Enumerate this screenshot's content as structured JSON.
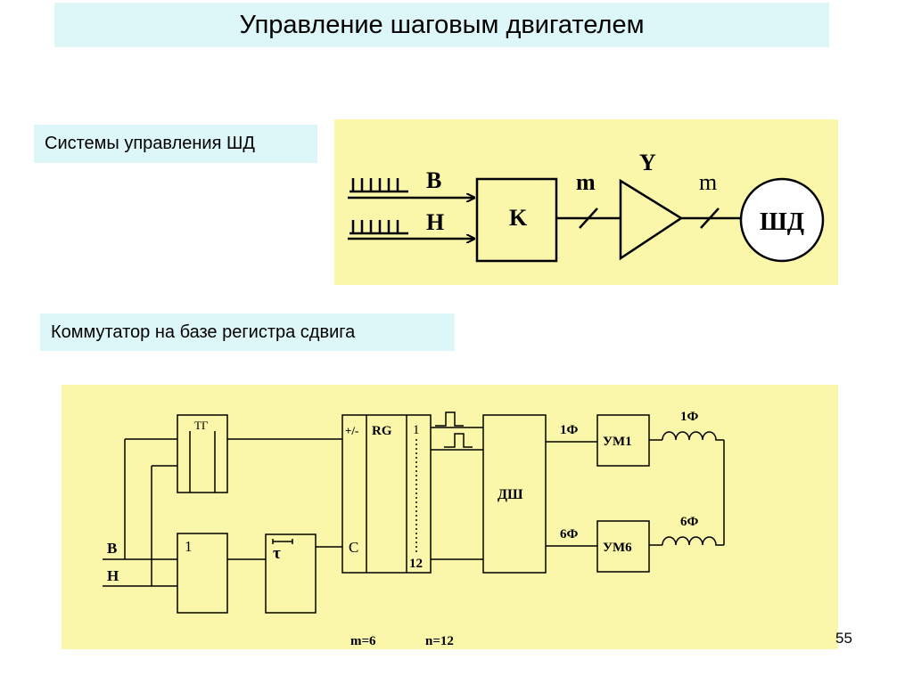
{
  "title": "Управление шаговым двигателем",
  "section_systems": "Системы управления ШД",
  "section_commutator": "Коммутатор на базе регистра сдвига",
  "block_diagram": {
    "input_forward": "B",
    "input_reverse": "H",
    "commutator": "K",
    "bus_label_1": "m",
    "amplifier": "Y",
    "bus_label_2": "m",
    "motor": "ШД"
  },
  "circuit": {
    "trigger": "ТГ",
    "input_b": "B",
    "input_h": "H",
    "or_gate": "1",
    "delay": "τ",
    "register_dir": "+/-",
    "register_name": "RG",
    "register_clock": "C",
    "register_first": "1",
    "register_last": "12",
    "decoder": "ДШ",
    "phase_1_out": "1Ф",
    "phase_6_out": "6Ф",
    "amp_1": "УМ1",
    "amp_6": "УМ6",
    "coil_1": "1Ф",
    "coil_6": "6Ф",
    "param_m": "m=6",
    "param_n": "n=12"
  },
  "page_number": "55"
}
